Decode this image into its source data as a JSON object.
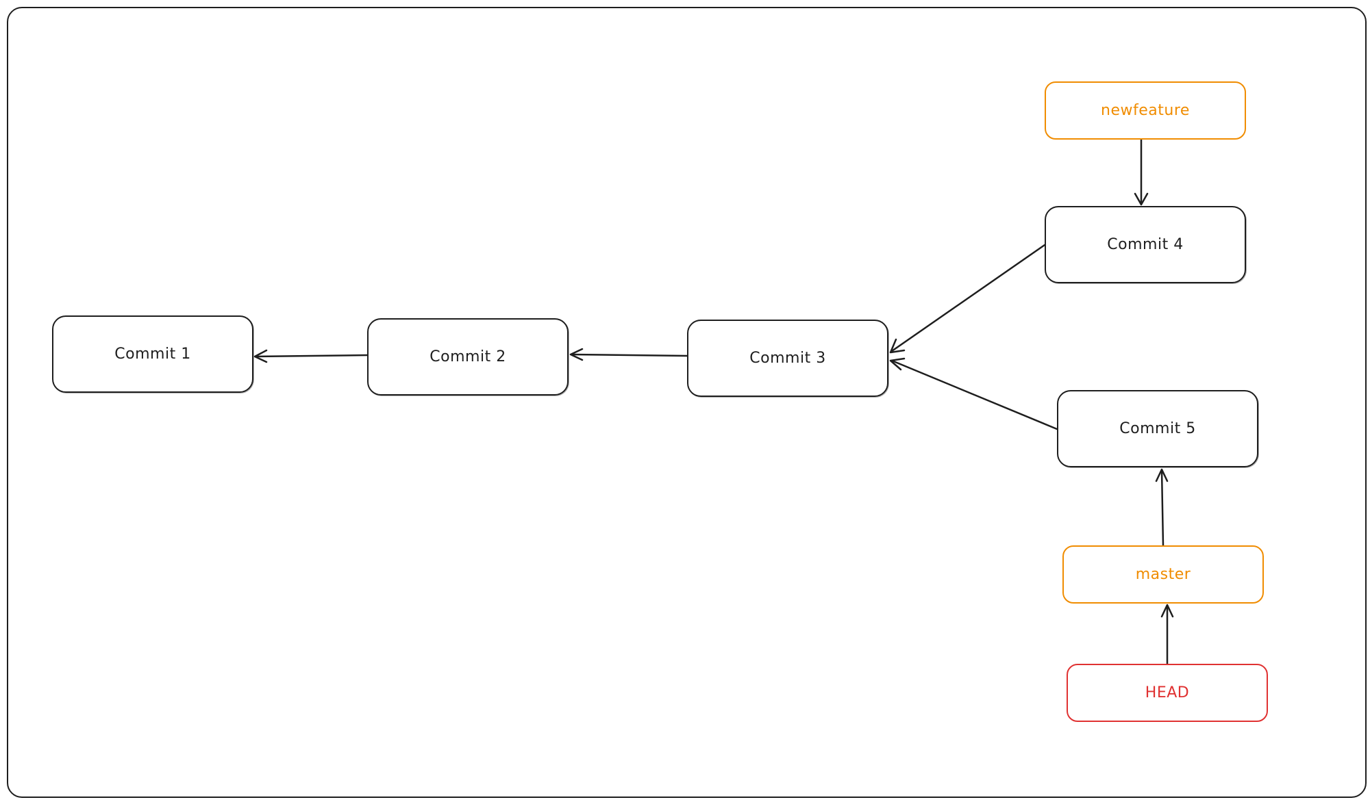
{
  "colors": {
    "stroke": "#1e1e1e",
    "branch": "#f08c00",
    "head": "#e03131"
  },
  "commits": {
    "c1": "Commit 1",
    "c2": "Commit 2",
    "c3": "Commit 3",
    "c4": "Commit 4",
    "c5": "Commit 5"
  },
  "refs": {
    "newfeature": "newfeature",
    "master": "master",
    "head": "HEAD"
  },
  "edges": [
    {
      "from": "newfeature",
      "to": "commit-4"
    },
    {
      "from": "commit-4",
      "to": "commit-3"
    },
    {
      "from": "commit-5",
      "to": "commit-3"
    },
    {
      "from": "commit-3",
      "to": "commit-2"
    },
    {
      "from": "commit-2",
      "to": "commit-1"
    },
    {
      "from": "master",
      "to": "commit-5"
    },
    {
      "from": "head",
      "to": "master"
    }
  ]
}
